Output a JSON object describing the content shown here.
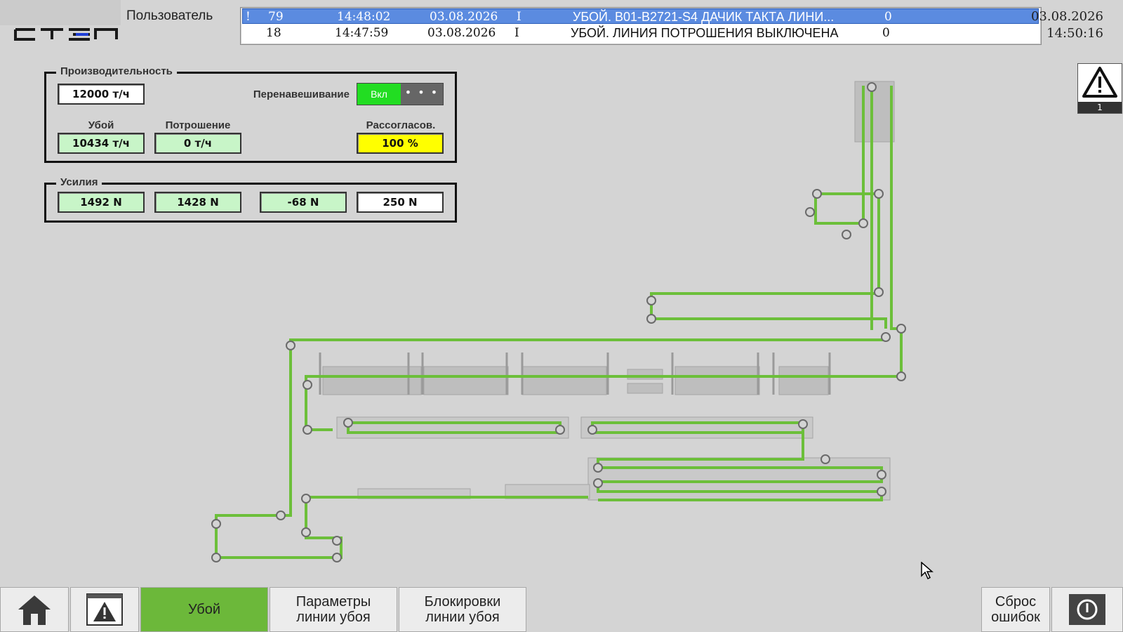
{
  "header": {
    "logo_text": "СТЭП",
    "user_label": "Пользователь",
    "date": "03.08.2026",
    "time": "14:50:16"
  },
  "alarms": [
    {
      "flag": "!",
      "number": "79",
      "time": "14:48:02",
      "date": "03.08.2026",
      "type": "I",
      "text": "УБОЙ. B01-B2721-S4 ДАЧИК ТАКТА ЛИНИ...",
      "value": "0",
      "selected": true
    },
    {
      "flag": "",
      "number": "18",
      "time": "14:47:59",
      "date": "03.08.2026",
      "type": "I",
      "text": "УБОЙ. ЛИНИЯ ПОТРОШЕНИЯ ВЫКЛЮЧЕНА",
      "value": "0",
      "selected": false
    }
  ],
  "warning": {
    "icon": "warning-triangle-icon",
    "count": "1"
  },
  "performance": {
    "title": "Производительность",
    "setpoint": "12000 т/ч",
    "rehang_label": "Перенавешивание",
    "rehang_state": "Вкл",
    "rehang_menu": "• • •",
    "slaughter_label": "Убой",
    "slaughter_value": "10434 т/ч",
    "evisceration_label": "Потрошение",
    "evisceration_value": "0 т/ч",
    "mismatch_label": "Рассогласов.",
    "mismatch_value": "100 %"
  },
  "forces": {
    "title": "Усилия",
    "values": [
      "1492 N",
      "1428 N",
      "-68 N",
      "250 N"
    ]
  },
  "nav": {
    "home_icon": "home-icon",
    "alarms_icon": "alarm-window-icon",
    "slaughter": "Убой",
    "params_line1": "Параметры",
    "params_line2": "линии убоя",
    "locks_line1": "Блокировки",
    "locks_line2": "линии убоя",
    "reset_line1": "Сброс",
    "reset_line2": "ошибок",
    "power_icon": "power-icon"
  },
  "colors": {
    "conveyor": "#6cbf3a",
    "active_nav": "#6cb83a",
    "toggle_on": "#22dd22",
    "mismatch": "#ffff00",
    "selected_alarm": "#5b8be0"
  }
}
